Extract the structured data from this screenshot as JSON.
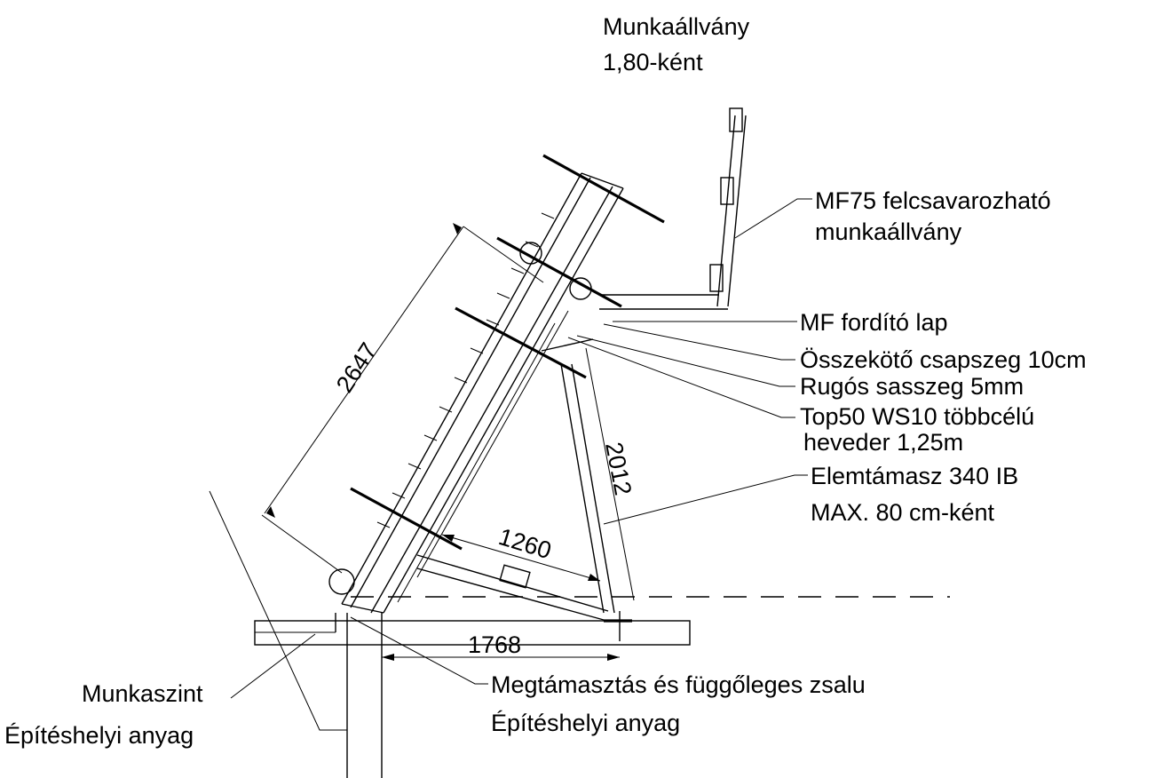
{
  "labels": {
    "scaffold_title": "Munkaállvány",
    "scaffold_spacing": "1,80-ként",
    "mf75_line1": "MF75 felcsavarozható",
    "mf75_line2": "munkaállvány",
    "mf_plate": "MF fordító lap",
    "connector_pin": "Összekötő csapszeg 10cm",
    "spring_pin": "Rugós sasszeg 5mm",
    "waler_line1": "Top50 WS10 többcélú",
    "waler_line2": "heveder 1,25m",
    "prop_line1": "Elemtámasz 340 IB",
    "prop_line2": "MAX. 80 cm-ként",
    "working_level": "Munkaszint",
    "site_material_left": "Építéshelyi anyag",
    "support_formwork": "Megtámasztás és függőleges zsalu",
    "site_material_right": "Építéshelyi anyag"
  },
  "dimensions": {
    "formwork_length": "2647",
    "prop_length": "2012",
    "brace_length": "1260",
    "base_length": "1768"
  }
}
